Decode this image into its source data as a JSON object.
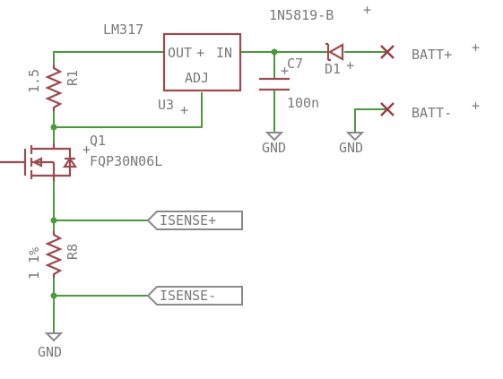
{
  "regulator": {
    "ref": "U3",
    "value": "LM317",
    "pin_out": "OUT",
    "pin_in": "IN",
    "pin_adj": "ADJ"
  },
  "diode": {
    "ref": "D1",
    "value": "1N5819-B"
  },
  "capacitor": {
    "ref": "C7",
    "value": "100n"
  },
  "resistor_top": {
    "ref": "R1",
    "value": "1.5"
  },
  "resistor_bottom": {
    "ref": "R8",
    "value": "1 1%"
  },
  "mosfet": {
    "ref": "Q1",
    "value": "FQP30N06L"
  },
  "connectors": {
    "batt_pos": "BATT+",
    "batt_neg": "BATT-"
  },
  "net_labels": {
    "isense_pos": "ISENSE+",
    "isense_neg": "ISENSE-"
  },
  "grounds": {
    "gnd_cap": "GND",
    "gnd_batt": "GND",
    "gnd_bottom": "GND"
  },
  "colors": {
    "wire": "#4a9a3c",
    "part": "#9b4a4f",
    "text": "#7a7a7a"
  }
}
